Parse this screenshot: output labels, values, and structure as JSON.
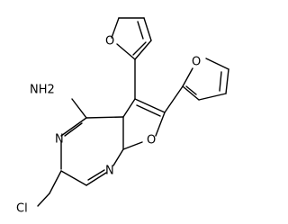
{
  "labels": {
    "amine": "NH2",
    "n_upper": "N",
    "n_lower": "N",
    "o_core": "O",
    "o_furan_top": "O",
    "o_furan_right": "O",
    "chlorine": "Cl"
  }
}
